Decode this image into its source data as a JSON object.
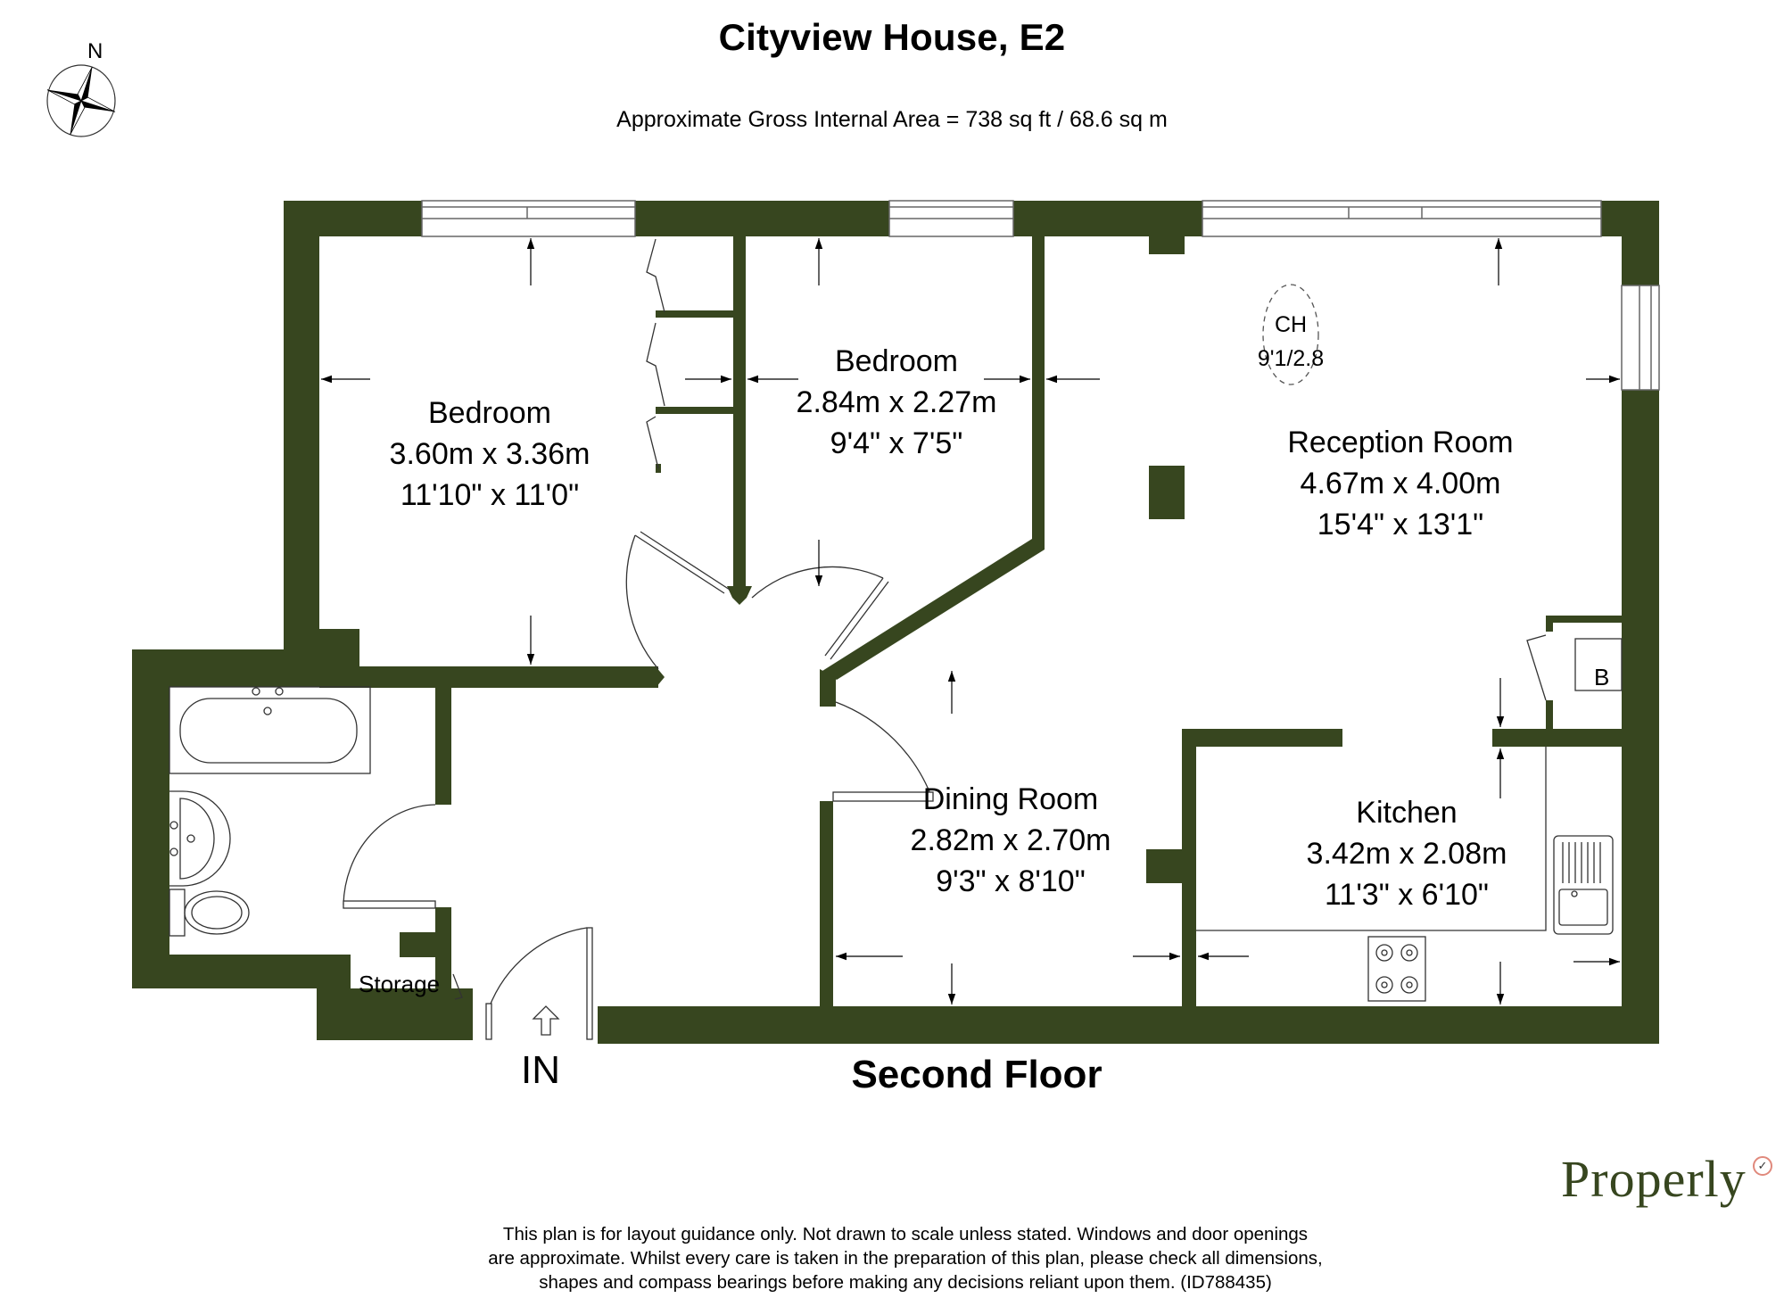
{
  "header": {
    "title": "Cityview House, E2",
    "area": "Approximate Gross Internal Area = 738 sq ft / 68.6 sq m"
  },
  "compass": {
    "label": "N",
    "icon": "compass-rose-icon"
  },
  "colors": {
    "wall": "#37461f",
    "brand": "#37461f",
    "brand_check_ring": "#e0897c",
    "text": "#000000",
    "background": "#ffffff"
  },
  "rooms": [
    {
      "name": "Bedroom",
      "metric": "3.60m x 3.36m",
      "imperial": "11'10\" x 11'0\""
    },
    {
      "name": "Bedroom",
      "metric": "2.84m x 2.27m",
      "imperial": "9'4\" x 7'5\""
    },
    {
      "name": "Reception Room",
      "metric": "4.67m x 4.00m",
      "imperial": "15'4\" x 13'1\""
    },
    {
      "name": "Dining Room",
      "metric": "2.82m x 2.70m",
      "imperial": "9'3\" x 8'10\""
    },
    {
      "name": "Kitchen",
      "metric": "3.42m x 2.08m",
      "imperial": "11'3\" x 6'10\""
    }
  ],
  "annotations": {
    "ceiling_height_label": "CH",
    "ceiling_height_value": "9'1/2.8",
    "boiler": "B",
    "storage": "Storage",
    "entrance": "IN"
  },
  "floor": {
    "label": "Second Floor"
  },
  "brand": {
    "name": "Properly",
    "badge": "✓"
  },
  "footer": {
    "lines": [
      "This plan is for layout guidance only. Not drawn to scale unless stated. Windows and door openings",
      "are approximate. Whilst every care is taken in the preparation of this plan, please check all dimensions,",
      "shapes and compass bearings before making any decisions reliant upon them. (ID788435)"
    ]
  }
}
